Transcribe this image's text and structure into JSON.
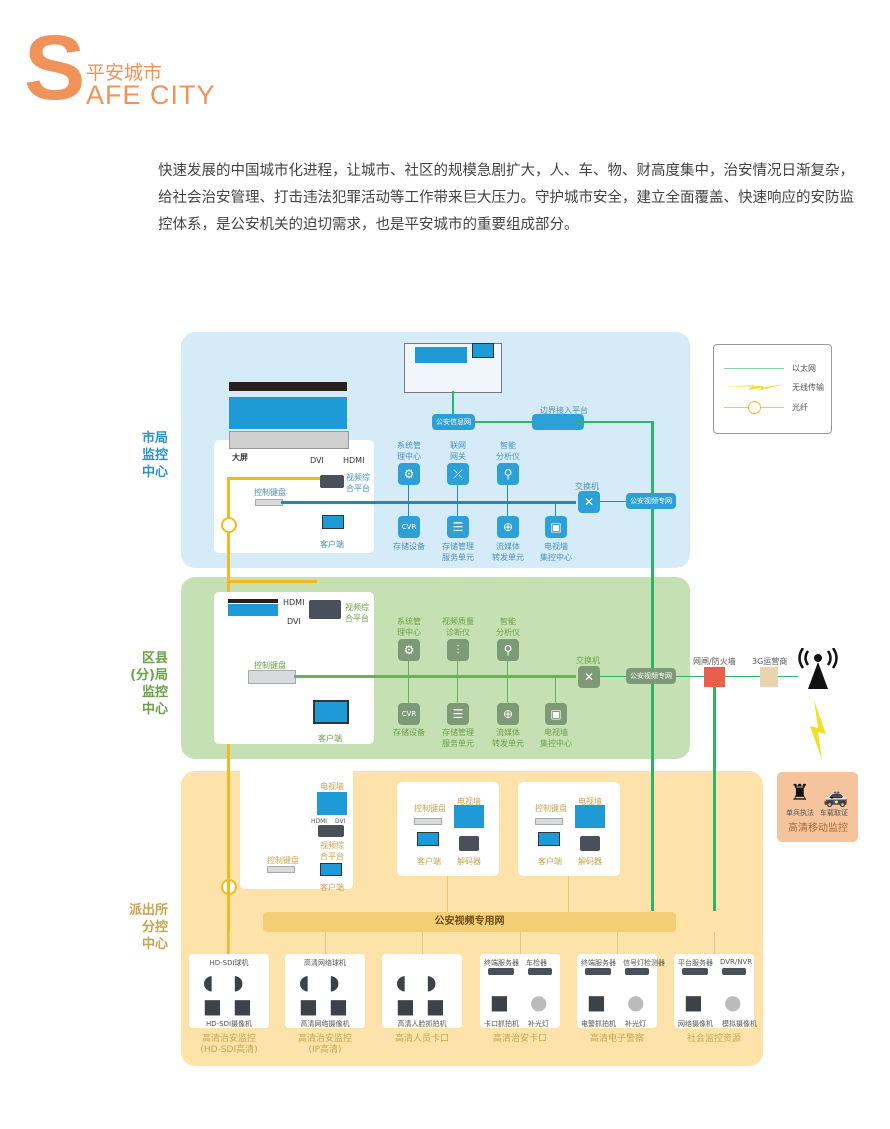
{
  "header": {
    "logo_letter": "S",
    "title_cn": "平安城市",
    "title_en": "AFE CITY",
    "intro": "快速发展的中国城市化进程，让城市、社区的规模急剧扩大，人、车、物、财高度集中，治安情况日渐复杂，给社会治安管理、打击违法犯罪活动等工作带来巨大压力。守护城市安全，建立全面覆盖、快速响应的安防监控体系，是公安机关的迫切需求，也是平安城市的重要组成部分。"
  },
  "legend": {
    "items": [
      {
        "label": "以太网",
        "icon": "ethernet-line-icon"
      },
      {
        "label": "无线传输",
        "icon": "wireless-bolt-icon"
      },
      {
        "label": "光纤",
        "icon": "fiber-line-icon"
      }
    ]
  },
  "colors": {
    "brand": "#f0935a",
    "city_zone": "#d6ebf8",
    "district_zone": "#c5e1b3",
    "station_zone": "#fde3a9",
    "ethernet": "#2db46a",
    "fiber": "#f4b823",
    "accent_blue": "#2da0d8"
  },
  "city": {
    "label": "市局\n监控\n中心",
    "big_screen": "大屏",
    "dvi": "DVI",
    "hdmi": "HDMI",
    "platform": "视频综\n合平台",
    "keyboard": "控制键盘",
    "client": "客户端",
    "info_net": "公安信息网",
    "border_platform": "边界接入平台",
    "switch": "交换机",
    "video_net": "公安视频专网",
    "top_icons": [
      {
        "label": "系统管\n理中心",
        "icon": "gear-icon"
      },
      {
        "label": "联网\n网关",
        "icon": "gateway-icon"
      },
      {
        "label": "智能\n分析仪",
        "icon": "search-icon"
      }
    ],
    "bottom_icons": [
      {
        "label": "存储设备",
        "icon": "cvr-icon",
        "glyph": "CVR"
      },
      {
        "label": "存储管理\n服务单元",
        "icon": "list-icon"
      },
      {
        "label": "流媒体\n转发单元",
        "icon": "media-icon"
      },
      {
        "label": "电视墙\n集控中心",
        "icon": "tv-icon"
      }
    ]
  },
  "district": {
    "label": "区县\n(分)局\n监控\n中心",
    "hdmi": "HDMI",
    "dvi": "DVI",
    "platform": "视频综\n合平台",
    "keyboard": "控制键盘",
    "client": "客户端",
    "switch": "交换机",
    "video_net": "公安视频专网",
    "firewall": "网闸/防火墙",
    "carrier": "3G运营商",
    "top_icons": [
      {
        "label": "系统管\n理中心",
        "icon": "gear-icon"
      },
      {
        "label": "视频质量\n诊断仪",
        "icon": "equalizer-icon"
      },
      {
        "label": "智能\n分析仪",
        "icon": "search-icon"
      }
    ],
    "bottom_icons": [
      {
        "label": "存储设备",
        "icon": "cvr-icon",
        "glyph": "CVR"
      },
      {
        "label": "存储管理\n服务单元",
        "icon": "list-icon"
      },
      {
        "label": "流媒体\n转发单元",
        "icon": "media-icon"
      },
      {
        "label": "电视墙\n集控中心",
        "icon": "tv-icon"
      }
    ]
  },
  "mobile": {
    "title": "高清移动监控",
    "items": [
      "单兵执法",
      "车载取证"
    ]
  },
  "station": {
    "label": "派出所\n分控\n中心",
    "network": "公安视频专用网",
    "main_card": {
      "tv_wall": "电视墙",
      "hdmi": "HDMI",
      "dvi": "DVI",
      "platform": "视频综\n合平台",
      "keyboard": "控制键盘",
      "client": "客户端"
    },
    "sub_cards": [
      {
        "keyboard": "控制键盘",
        "tv_wall": "电视墙",
        "client": "客户端",
        "decoder": "解码器"
      },
      {
        "keyboard": "控制键盘",
        "tv_wall": "电视墙",
        "client": "客户端",
        "decoder": "解码器"
      }
    ],
    "blocks": [
      {
        "title": "高清治安监控\n(HD-SDI高清)",
        "top": "HD-SDI球机",
        "bottom": "HD-SDI摄像机"
      },
      {
        "title": "高清治安监控\n(IP高清)",
        "top": "高清网络球机",
        "bottom": "高清网络摄像机"
      },
      {
        "title": "高清人员卡口",
        "top": "",
        "bottom": "高清人脸抓拍机"
      },
      {
        "title": "高清治安卡口",
        "caps": [
          "终端服务器",
          "车检器",
          "卡口抓拍机",
          "补光灯"
        ]
      },
      {
        "title": "高清电子警察",
        "caps": [
          "终端服务器",
          "信号灯检测器",
          "电警抓拍机",
          "补光灯"
        ]
      },
      {
        "title": "社会监控资源",
        "caps": [
          "平台服务器",
          "DVR/NVR",
          "网络摄像机",
          "模拟摄像机"
        ]
      }
    ]
  }
}
